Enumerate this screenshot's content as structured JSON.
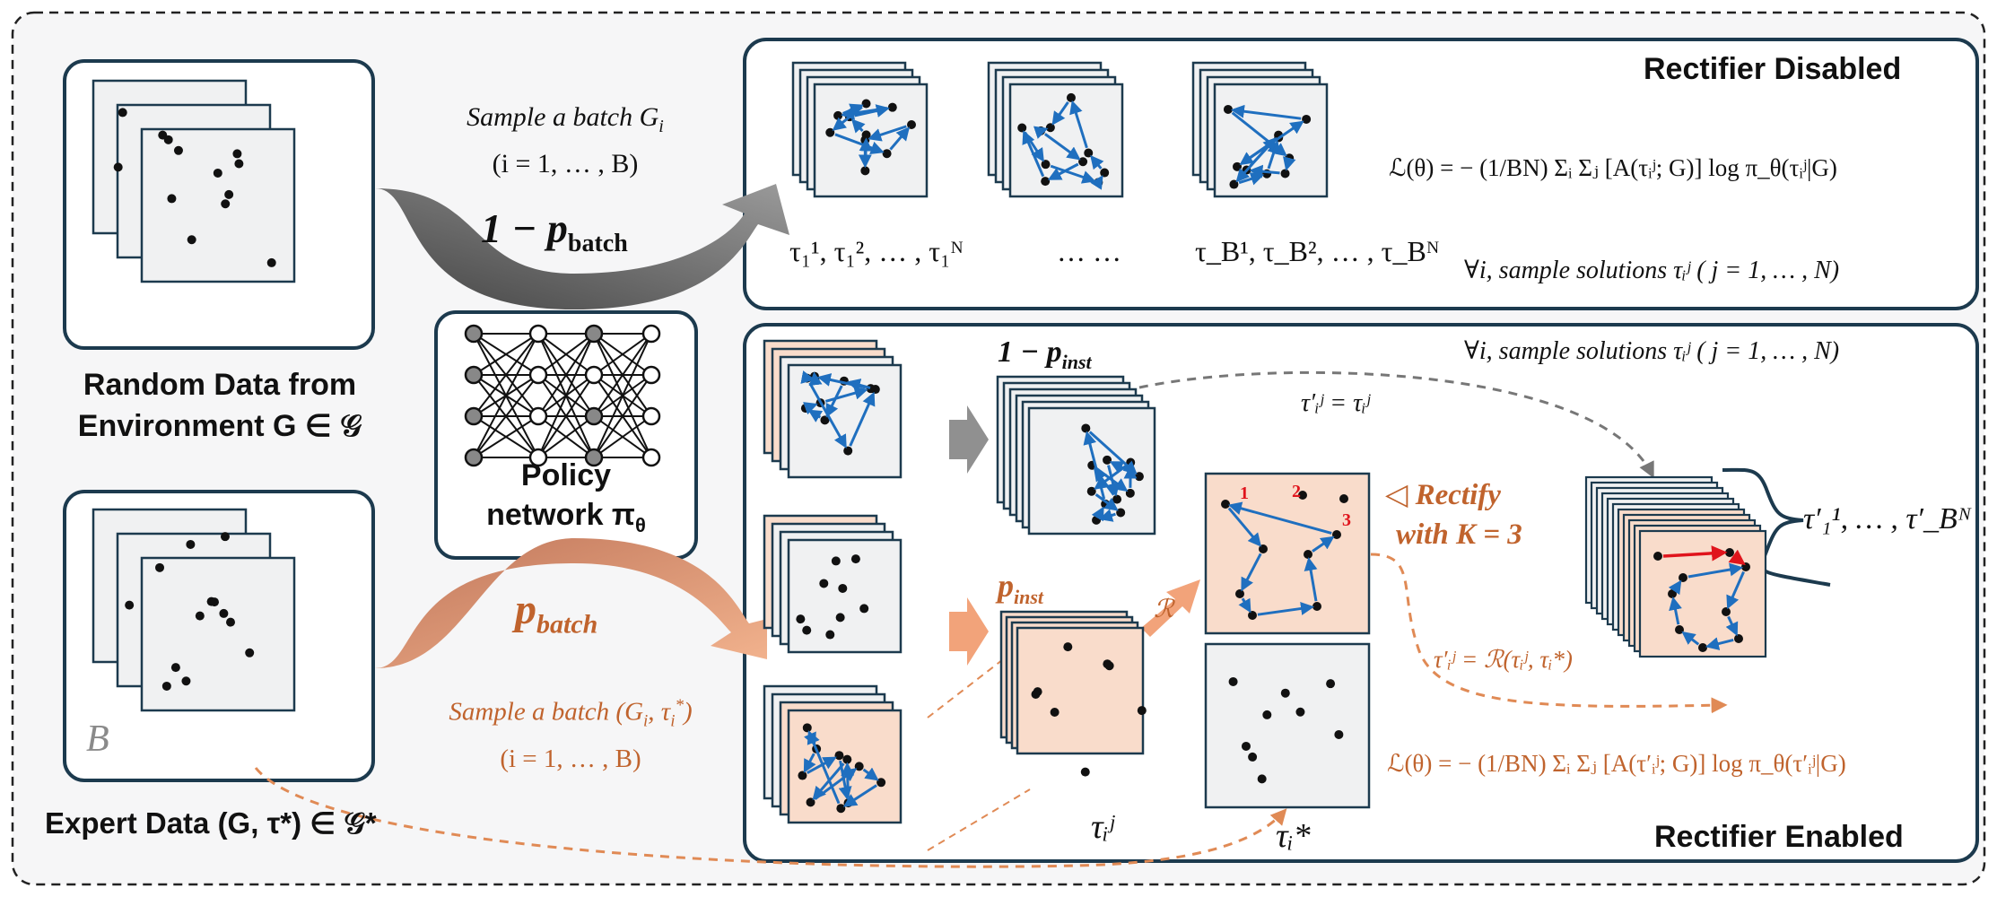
{
  "left": {
    "random_title_line1": "Random Data from",
    "random_title_line2": "Environment G ∈ 𝒢",
    "expert_title": "Expert Data (G, τ*) ∈ 𝒢*",
    "batch_letter": "B"
  },
  "policy": {
    "line1": "Policy",
    "line2": "network π",
    "sub": "θ"
  },
  "arrows": {
    "sample_batch": "Sample a batch G",
    "sample_batch_sub": "i",
    "sample_batch_range": "(i = 1, … , B)",
    "one_minus_p_batch": "1 − p",
    "one_minus_p_batch_sub": "batch",
    "p_batch": "p",
    "p_batch_sub": "batch",
    "sample_expert": "Sample a batch (G",
    "sample_expert_tail": ", τ",
    "sample_expert_end": ")",
    "sample_expert_range": "(i = 1, … , B)"
  },
  "top_panel": {
    "title": "Rectifier Disabled",
    "group1_label": "τ",
    "group1_text": "τ₁¹, τ₁², … , τ₁ᴺ",
    "ellipsis": "… …",
    "group3_text": "τ_B¹, τ_B², … , τ_Bᴺ",
    "loss": "ℒ(θ) = − (1/BN) Σᵢ Σⱼ [A(τᵢʲ; G)] log π_θ(τᵢʲ|G)",
    "sample_solutions": "∀i, sample solutions τᵢʲ ( j = 1, … , N)"
  },
  "bottom_panel": {
    "title": "Rectifier Enabled",
    "sample_solutions": "∀i, sample solutions τᵢʲ ( j = 1, … , N)",
    "one_minus_p_inst": "1 − p",
    "one_minus_p_inst_sub": "inst",
    "p_inst": "p",
    "p_inst_sub": "inst",
    "tau_prime_equal": "τ′ᵢʲ = τᵢʲ",
    "rectify_line1": "◁ Rectify",
    "rectify_line2": "with K = 3",
    "rectifier_symbol": "ℛ",
    "tau_prime_rectified": "τ′ᵢʲ = ℛ(τᵢʲ, τᵢ*)",
    "loss": "ℒ(θ) = − (1/BN) Σᵢ Σⱼ [A(τ′ᵢʲ; G)] log π_θ(τ′ᵢʲ|G)",
    "tau_ij": "τᵢʲ",
    "tau_star": "τᵢ*",
    "tau_prime_set": "τ′₁¹, … , τ′_Bᴺ",
    "segment_labels": [
      "1",
      "2",
      "3"
    ]
  },
  "colors": {
    "frame": "#1c3a4e",
    "blue_arrow": "#1f6fbf",
    "orange": "#c0632d",
    "peach": "#f9dccb",
    "gray_fill": "#f0f1f2",
    "red_arrow": "#e0141c"
  }
}
